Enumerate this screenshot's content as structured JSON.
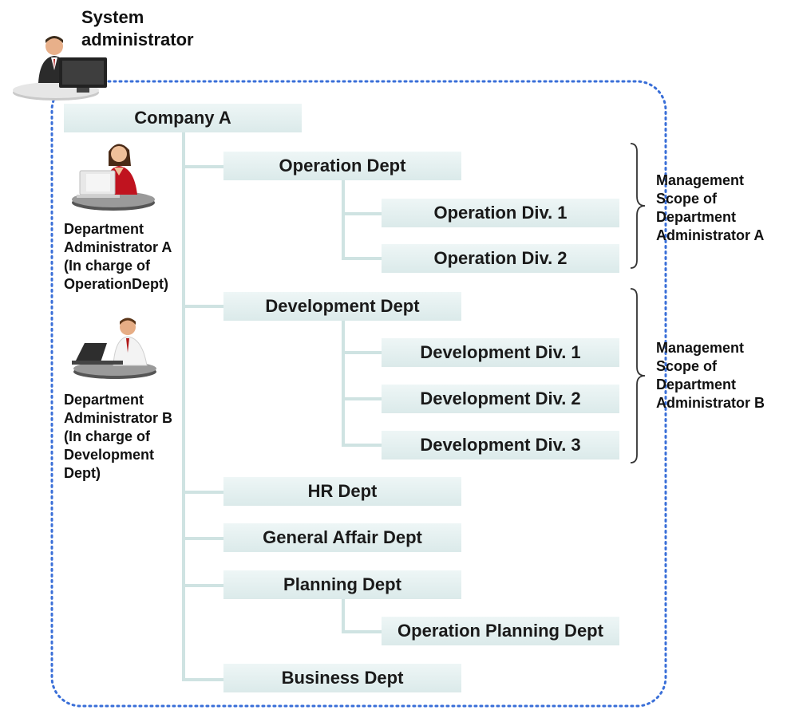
{
  "system_admin": {
    "label_line1": "System",
    "label_line2": "administrator"
  },
  "tree": {
    "root": "Company A",
    "departments": [
      {
        "name": "Operation Dept",
        "divisions": [
          "Operation Div. 1",
          "Operation Div. 2"
        ]
      },
      {
        "name": "Development Dept",
        "divisions": [
          "Development Div. 1",
          "Development Div. 2",
          "Development Div. 3"
        ]
      },
      {
        "name": "HR Dept",
        "divisions": []
      },
      {
        "name": "General Affair Dept",
        "divisions": []
      },
      {
        "name": "Planning Dept",
        "divisions": [
          "Operation Planning Dept"
        ]
      },
      {
        "name": "Business  Dept",
        "divisions": []
      }
    ]
  },
  "admin_a": {
    "lines": [
      "Department",
      "Administrator A",
      "(In charge of",
      "OperationDept)"
    ]
  },
  "admin_b": {
    "lines": [
      "Department",
      "Administrator B",
      "(In charge of",
      "Development",
      "Dept)"
    ]
  },
  "scope_a": {
    "lines": [
      "Management",
      "Scope of",
      "Department",
      "Administrator A"
    ]
  },
  "scope_b": {
    "lines": [
      "Management",
      "Scope of",
      "Department",
      "Administrator B"
    ]
  },
  "colors": {
    "box": "#dbeaea",
    "connector": "#cfe3e2",
    "dotted_border": "#3a6fd8"
  }
}
